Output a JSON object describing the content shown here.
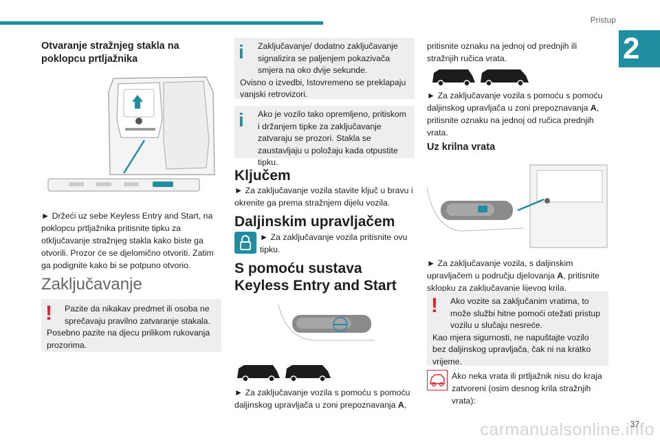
{
  "header": {
    "section": "Pristup",
    "chapter_number": "2",
    "page_number": "37"
  },
  "col1": {
    "heading": "Otvaranje stražnjeg stakla na poklopcu prtljažnika",
    "instruction": "► Držeći uz sebe Keyless Entry and Start, na poklopcu prtljažnika pritisnite tipku za otključavanje stražnjeg stakla kako biste ga otvorili. Prozor će se djelomično otvoriti. Zatim ga podignite kako bi se potpuno otvorio.",
    "section_title": "Zaključavanje",
    "warning_line1": "Pazite da nikakav predmet ili osoba ne sprečavaju pravilno zatvaranje stakala.",
    "warning_line2": "Posebno pazite na djecu prilikom rukovanja prozorima."
  },
  "col2": {
    "info1_line1": "Zaključavanje/ dodatno zaključavanje signalizira se paljenjem pokazivača smjera na oko dvije sekunde.",
    "info1_line2": "Ovisno o izvedbi, Istovremeno se preklapaju vanjski retrovizori.",
    "info2": "Ako je vozilo tako opremljeno, pritiskom i držanjem tipke za zaključavanje zatvaraju se prozori. Stakla se zaustavljaju u položaju kada otpustite tipku.",
    "key_title": "Ključem",
    "key_text": "► Za zaključavanje vozila stavite ključ u bravu i okrenite ga prema stražnjem dijelu vozila.",
    "remote_title": "Daljinskim upravljačem",
    "remote_text": "► Za zaključavanje vozila pritisnite ovu tipku.",
    "keyless_title": "S pomoću sustava Keyless Entry and Start",
    "keyless_text_a": "► Za zaključavanje vozila s pomoću s pomoću daljinskog upravljača u zoni prepoznavanja ",
    "bold_a": "A",
    "comma": ","
  },
  "col3": {
    "cont_text": "pritisnite oznaku na jednoj od prednjih ili stražnjih ručica vrata.",
    "text2_a": "► Za zaključavanje vozila s pomoću s pomoću daljinskog upravljača u zoni prepoznavanja ",
    "bold_a": "A",
    "text2_b": ", pritisnite oznaku na jednoj od ručica prednjih vrata.",
    "sub_title": "Uz krilna vrata",
    "text3_a": "► Za zaključavanje vozila, s daljinskim upravljačem u području djelovanja ",
    "text3_b": ", pritisnite sklopku za zaključavanje lijevog krila.",
    "warning_line1": "Ako vozite sa zaključanim vratima, to može službi hitne pomoći otežati pristup vozilu u slučaju nesreće.",
    "warning_line2": "Kao mjera sigurnosti, ne napuštajte vozilo bez daljinskog upravljača, čak ni na kratko vrijeme.",
    "car_note": "Ako neka vrata ili prtljažnik nisu do kraja zatvoreni (osim desnog krila stražnjih vrata):"
  },
  "watermark": "carmanualsonline.info",
  "colors": {
    "accent": "#1f8ea0",
    "warning": "#e0202a",
    "note_bg": "#eeeeee"
  }
}
